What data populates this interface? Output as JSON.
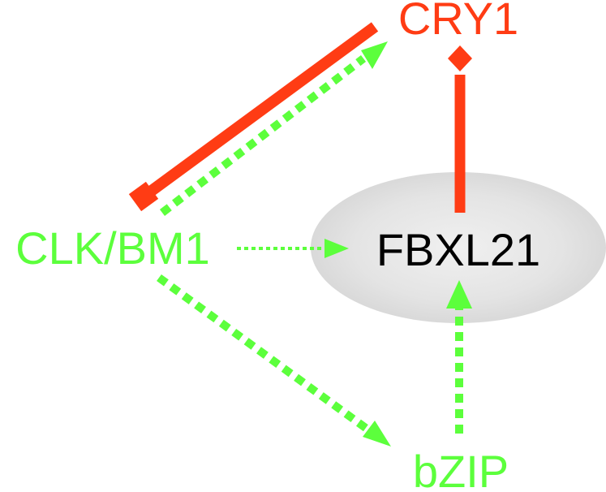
{
  "nodes": {
    "cry1": {
      "label": "CRY1",
      "color": "#ff3c14"
    },
    "clk_bm1": {
      "label": "CLK/BM1",
      "color": "#5cff3c"
    },
    "fbxl21": {
      "label": "FBXL21",
      "color": "#000000",
      "background": "#e6e6e6"
    },
    "bzip": {
      "label": "bZIP",
      "color": "#5cff3c"
    }
  },
  "edges": [
    {
      "from": "CRY1",
      "to": "CLK/BM1",
      "style": "solid",
      "head": "square",
      "color": "#ff3c14"
    },
    {
      "from": "CLK/BM1",
      "to": "CRY1",
      "style": "dotted",
      "head": "arrow",
      "color": "#5cff3c"
    },
    {
      "from": "CLK/BM1",
      "to": "FBXL21",
      "style": "dotted",
      "head": "arrow",
      "color": "#5cff3c"
    },
    {
      "from": "CLK/BM1",
      "to": "bZIP",
      "style": "dotted",
      "head": "arrow",
      "color": "#5cff3c"
    },
    {
      "from": "bZIP",
      "to": "FBXL21",
      "style": "dotted",
      "head": "arrow",
      "color": "#5cff3c"
    },
    {
      "from": "FBXL21",
      "to": "CRY1",
      "style": "solid",
      "head": "diamond",
      "color": "#ff3c14"
    }
  ]
}
